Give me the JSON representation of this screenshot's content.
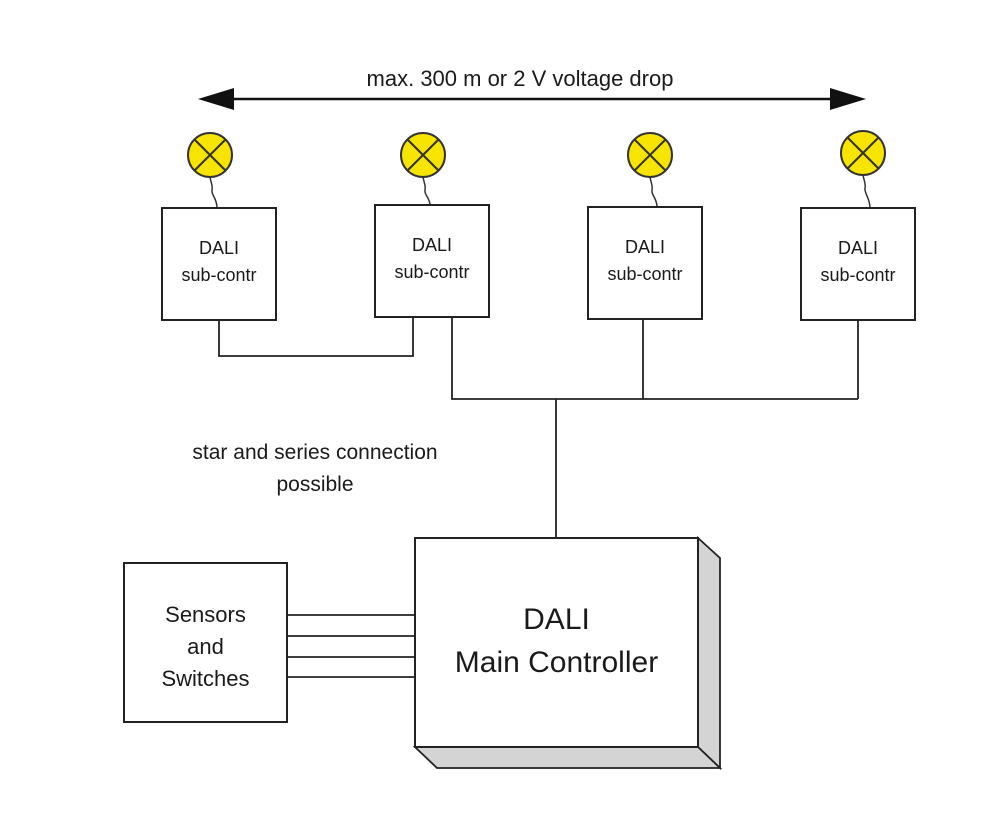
{
  "distance_label": "max. 300 m or 2 V voltage drop",
  "sub_controllers": [
    {
      "line1": "DALI",
      "line2": "sub-contr"
    },
    {
      "line1": "DALI",
      "line2": "sub-contr"
    },
    {
      "line1": "DALI",
      "line2": "sub-contr"
    },
    {
      "line1": "DALI",
      "line2": "sub-contr"
    }
  ],
  "connection_note": {
    "line1": "star and series connection",
    "line2": "possible"
  },
  "sensors_box": {
    "line1": "Sensors",
    "line2": "and",
    "line3": "Switches"
  },
  "main_controller": {
    "line1": "DALI",
    "line2": "Main Controller"
  },
  "colors": {
    "lamp_fill": "#f7e400",
    "lamp_stroke": "#333333",
    "line": "#222222",
    "box_side": "#d4d4d4"
  }
}
